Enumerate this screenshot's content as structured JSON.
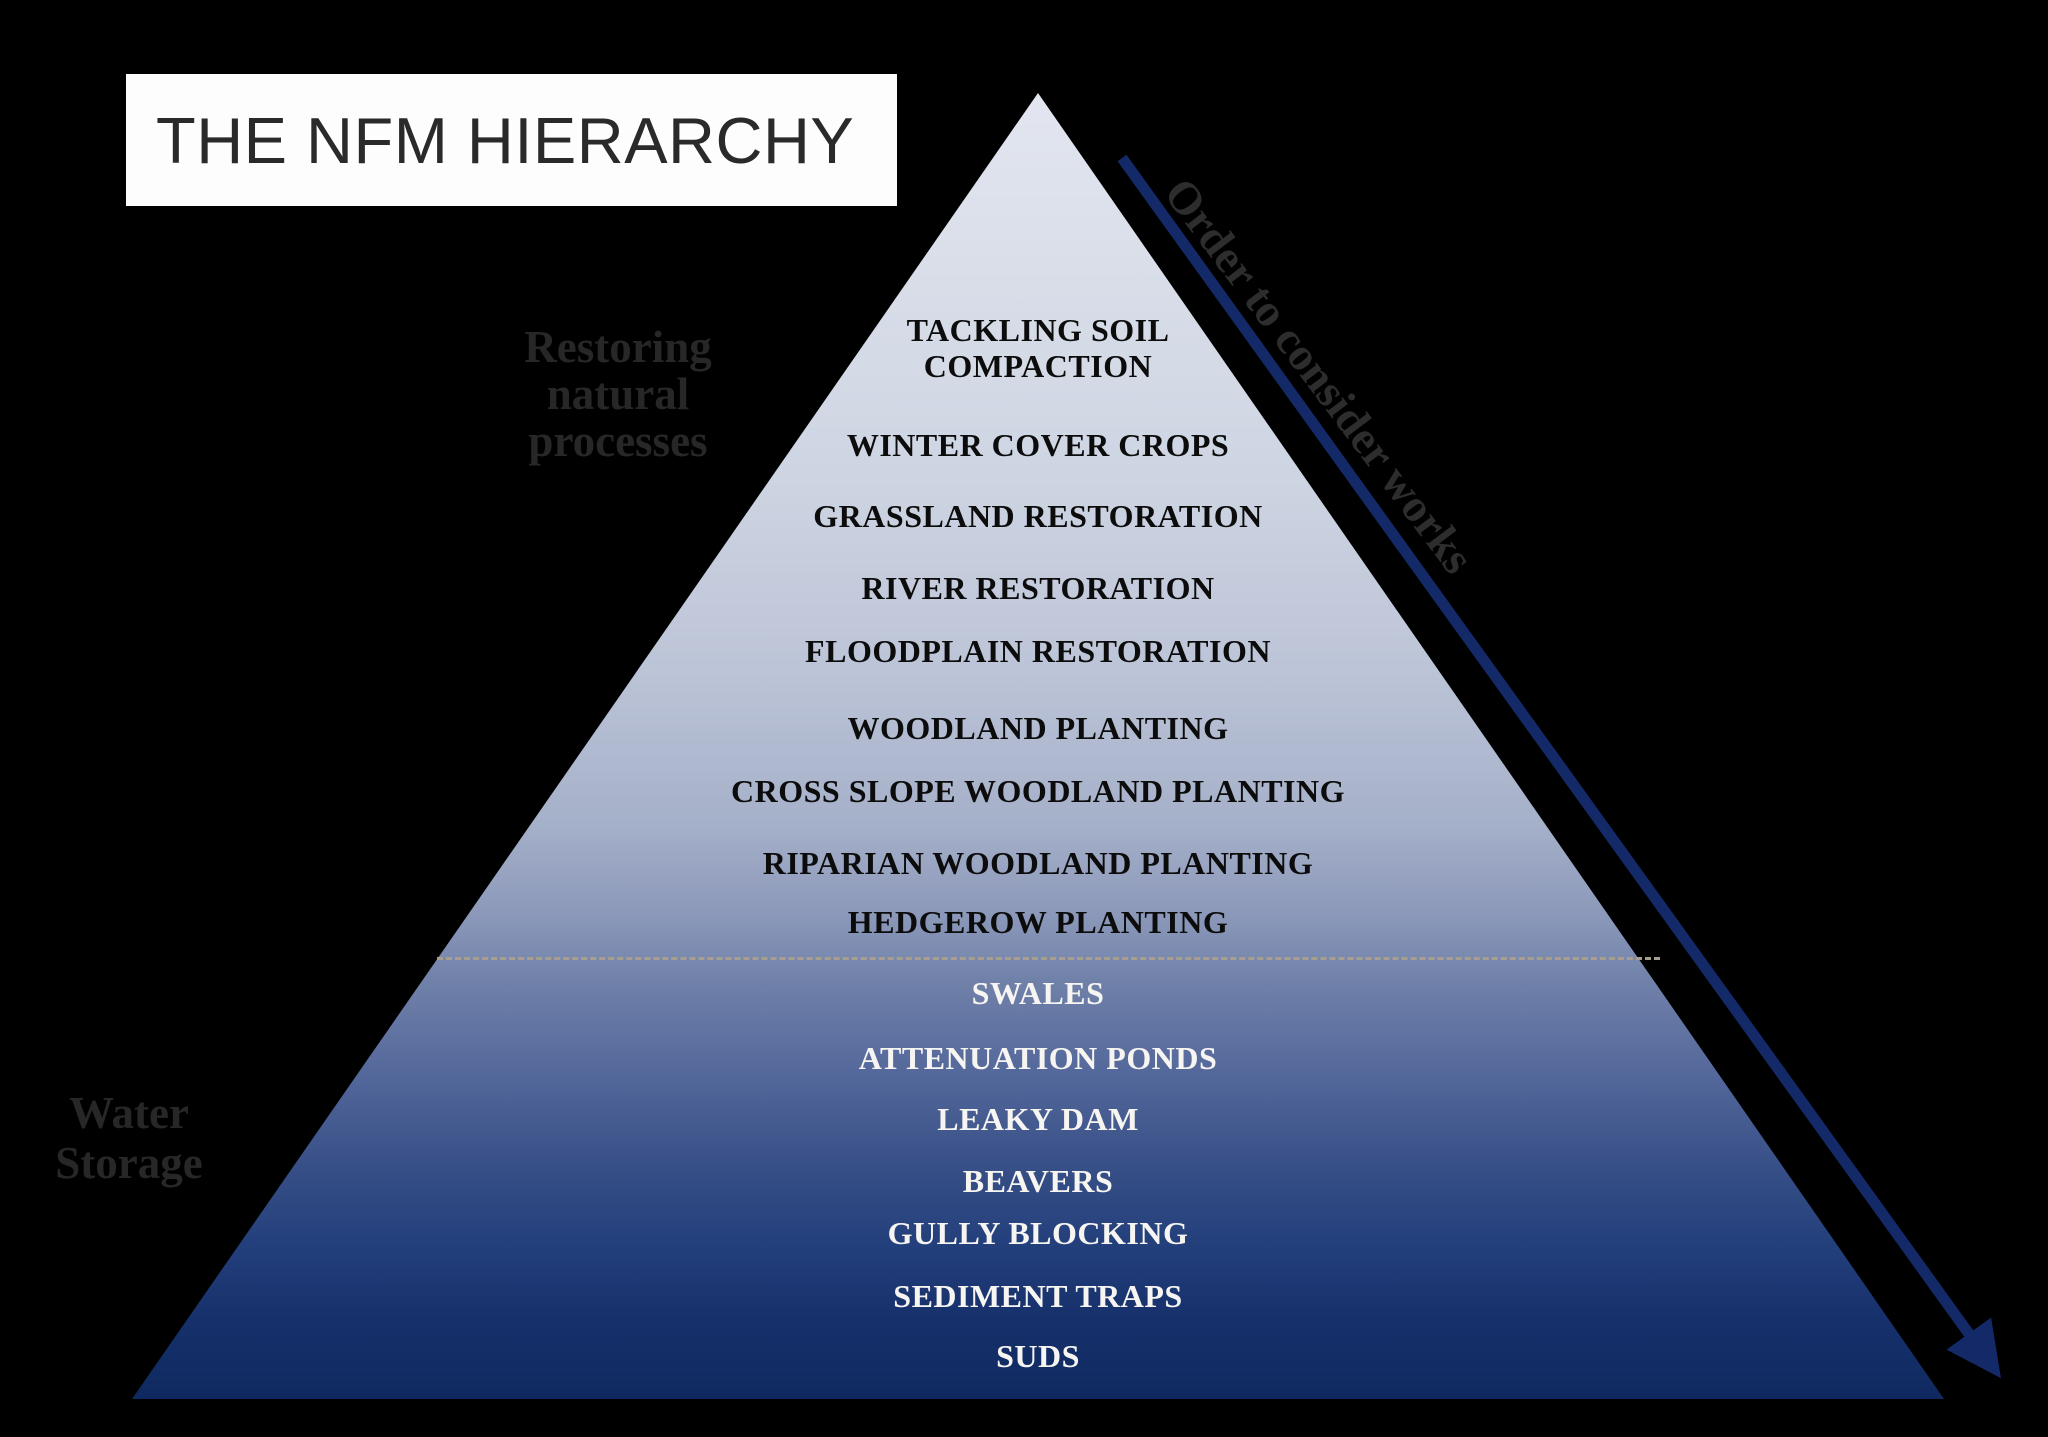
{
  "title": "THE NFM HIERARCHY",
  "arrow_label": "Order to consider works",
  "side_labels": {
    "restoring": "Restoring\nnatural\nprocesses",
    "water_storage": "Water\nStorage"
  },
  "levels": [
    {
      "label": "TACKLING SOIL\nCOMPACTION",
      "zone": "restoring-natural-processes"
    },
    {
      "label": "WINTER COVER CROPS",
      "zone": "restoring-natural-processes"
    },
    {
      "label": "GRASSLAND RESTORATION",
      "zone": "restoring-natural-processes"
    },
    {
      "label": "RIVER RESTORATION",
      "zone": "restoring-natural-processes"
    },
    {
      "label": "FLOODPLAIN RESTORATION",
      "zone": "restoring-natural-processes"
    },
    {
      "label": "WOODLAND PLANTING",
      "zone": "restoring-natural-processes"
    },
    {
      "label": "CROSS SLOPE WOODLAND PLANTING",
      "zone": "restoring-natural-processes"
    },
    {
      "label": "RIPARIAN WOODLAND PLANTING",
      "zone": "restoring-natural-processes"
    },
    {
      "label": "HEDGEROW PLANTING",
      "zone": "restoring-natural-processes"
    },
    {
      "label": "SWALES",
      "zone": "water-storage"
    },
    {
      "label": "ATTENUATION PONDS",
      "zone": "water-storage"
    },
    {
      "label": "LEAKY DAM",
      "zone": "water-storage"
    },
    {
      "label": "BEAVERS",
      "zone": "water-storage"
    },
    {
      "label": "GULLY BLOCKING",
      "zone": "water-storage"
    },
    {
      "label": "SEDIMENT TRAPS",
      "zone": "water-storage"
    },
    {
      "label": "SUDS",
      "zone": "water-storage"
    }
  ],
  "colors": {
    "background": "#000000",
    "title_box_background": "#fdfdfd",
    "title_text": "#2a2a2a",
    "pyramid_gradient_top": "#e3e6f0",
    "pyramid_gradient_bottom": "#0f2960",
    "upper_level_text": "#0c0c0c",
    "lower_level_text": "#f7f5f1",
    "side_label_text": "#272727",
    "arrow": "#142a68",
    "zone_divider": "#a79e8f"
  }
}
